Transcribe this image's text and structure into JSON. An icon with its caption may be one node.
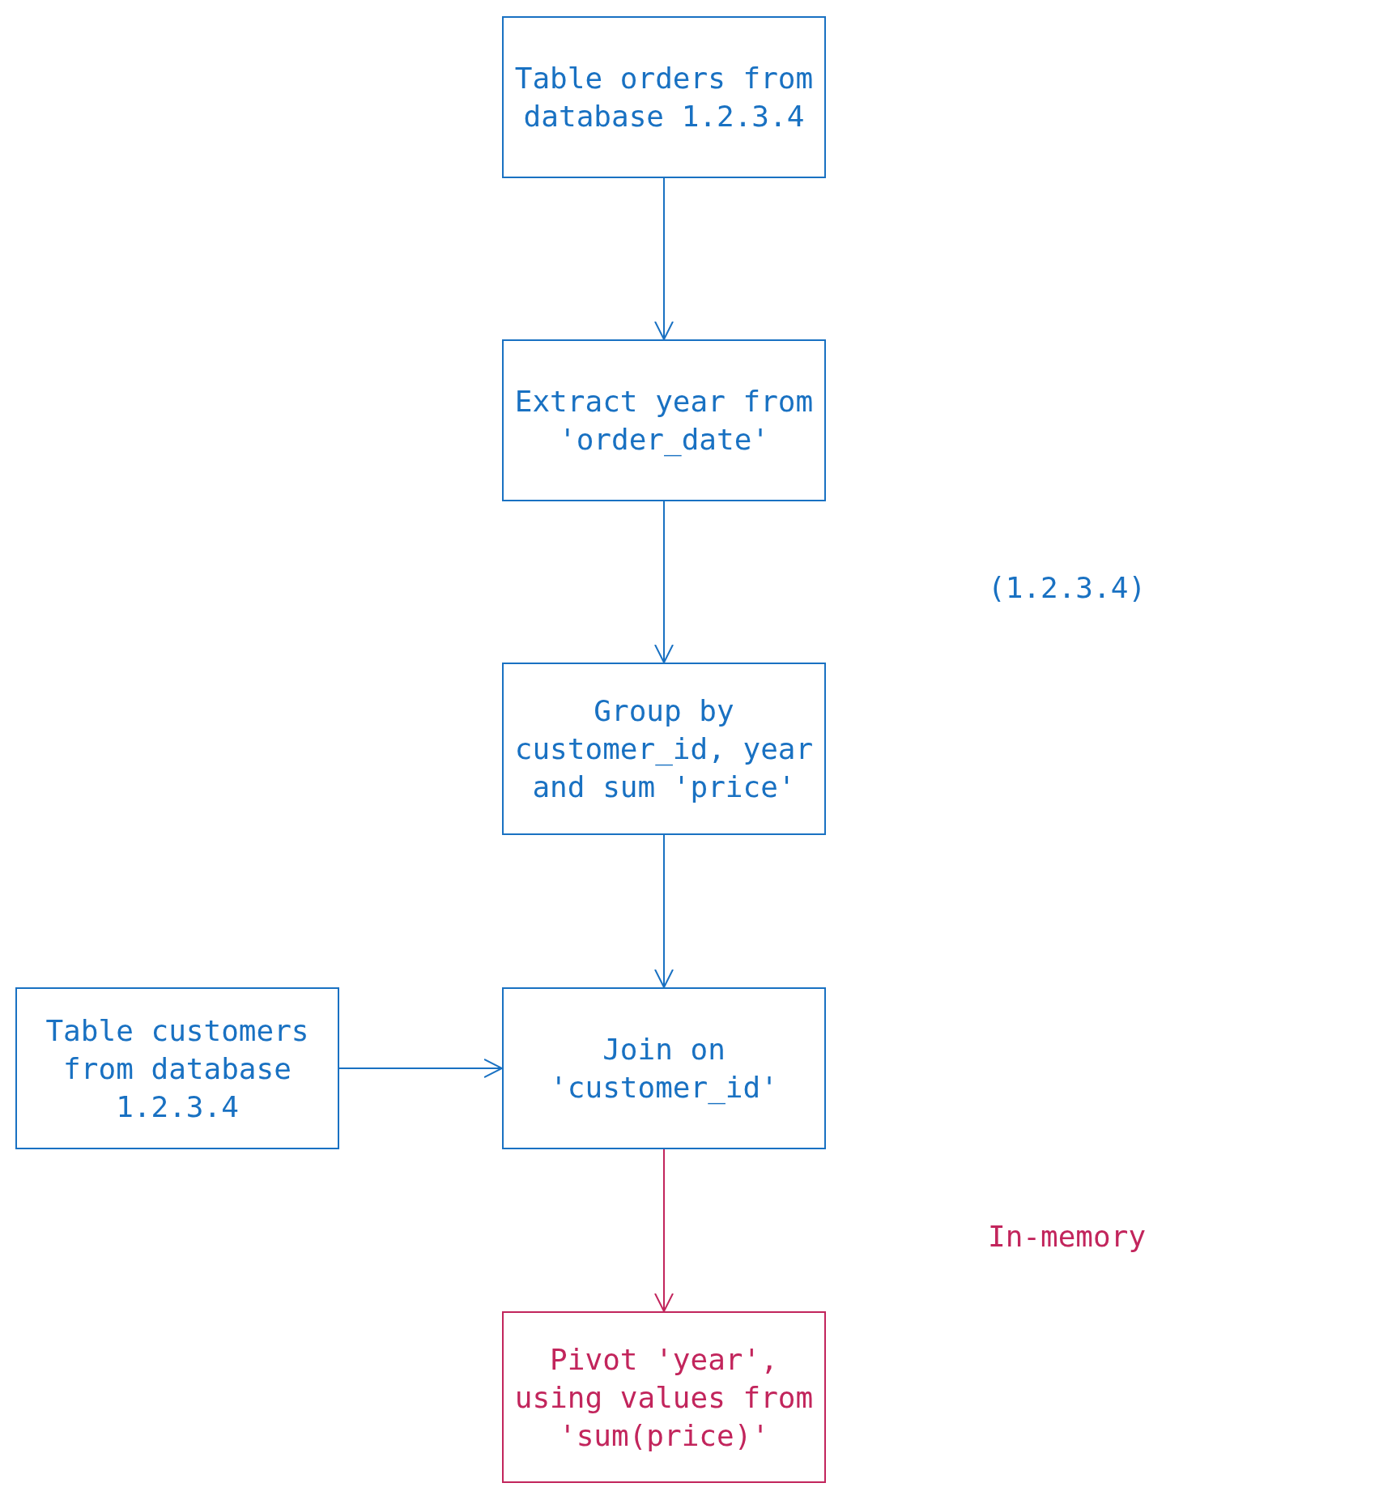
{
  "diagram": {
    "nodes": [
      {
        "text": [
          "Table orders from database 1.2.3.4"
        ]
      },
      {
        "text": [
          "Extract year from 'order_date'"
        ]
      },
      {
        "text": [
          "Group by customer_id, year and sum 'price'"
        ]
      },
      {
        "text": [
          "Table customers from database 1.2.3.4"
        ]
      },
      {
        "text": [
          "Join on 'customer_id'"
        ]
      },
      {
        "text": [
          "Pivot 'year', using values from 'sum(price)'"
        ]
      }
    ],
    "edges": [
      {
        "from": 0,
        "to": 1,
        "arrow": "to"
      },
      {
        "from": 1,
        "to": 2,
        "arrow": "to"
      },
      {
        "from": 2,
        "to": 4,
        "arrow": "to"
      },
      {
        "from": 3,
        "to": 4,
        "arrow": "to"
      },
      {
        "from": 4,
        "to": 5,
        "arrow": "to",
        "color": "#c2255c"
      }
    ],
    "labels": [
      "(1.2.3.4)",
      "In-memory"
    ]
  }
}
